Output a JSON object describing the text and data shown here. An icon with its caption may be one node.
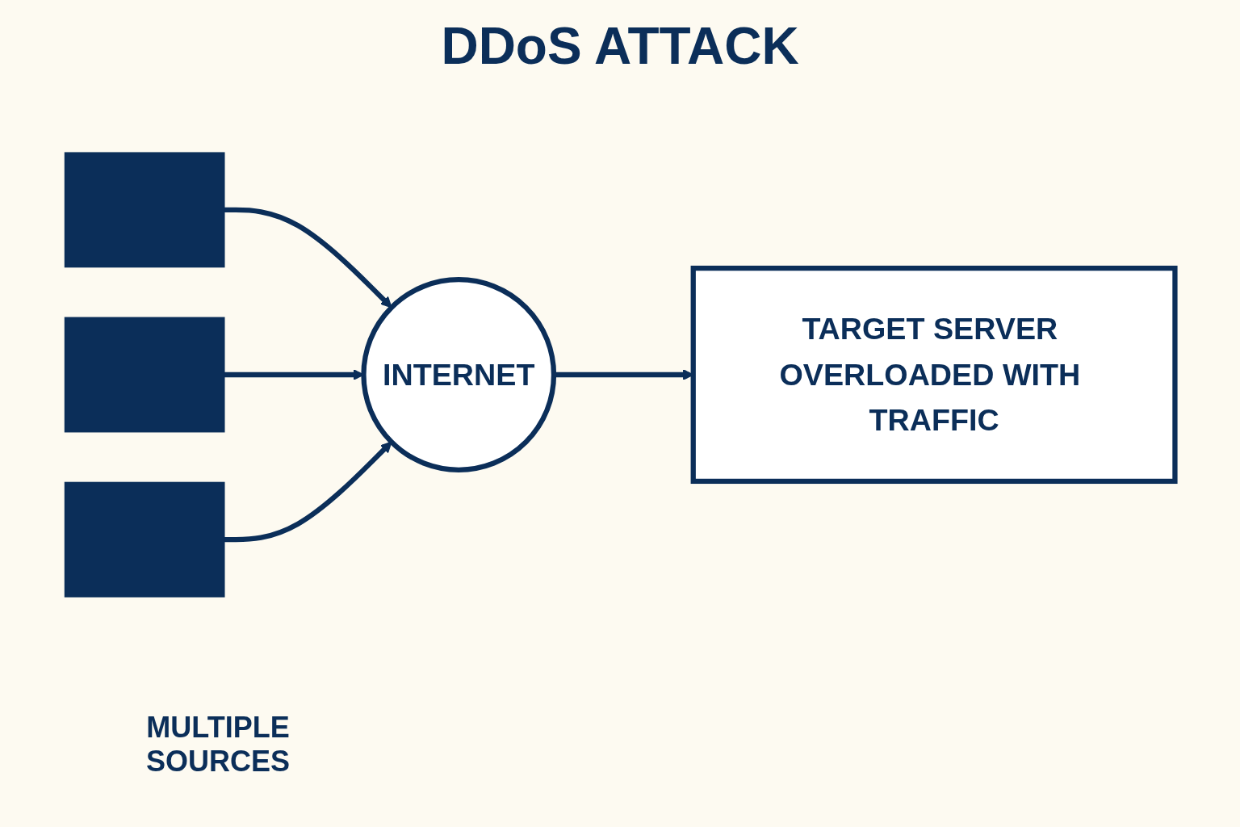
{
  "diagram": {
    "title": "DDoS ATTACK",
    "nodes": [
      {
        "text": [],
        "shape": "box"
      },
      {
        "text": [],
        "shape": "box"
      },
      {
        "text": [],
        "shape": "box"
      },
      {
        "text": [
          "INTERNET"
        ]
      },
      {
        "text": [
          "TARGET SERVER OVERLOADED WITH TRAFFIC"
        ]
      }
    ],
    "edges": [
      {
        "from": 0,
        "to": 3,
        "arrow": "to"
      },
      {
        "from": 1,
        "to": 3,
        "arrow": "to"
      },
      {
        "from": 2,
        "to": 3,
        "arrow": "to"
      },
      {
        "from": 3,
        "to": 4,
        "arrow": "to"
      }
    ],
    "labels": [
      "MULTIPLE SOURCES"
    ]
  }
}
